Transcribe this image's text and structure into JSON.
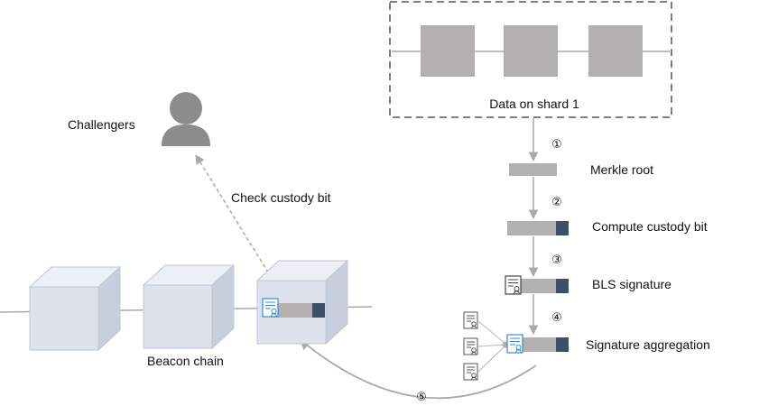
{
  "shard": {
    "label": "Data on shard 1"
  },
  "steps": [
    {
      "number": "①",
      "label": "Merkle root"
    },
    {
      "number": "②",
      "label": "Compute custody bit"
    },
    {
      "number": "③",
      "label": "BLS signature"
    },
    {
      "number": "④",
      "label": "Signature aggregation"
    },
    {
      "number": "⑤"
    }
  ],
  "challengers": {
    "label": "Challengers",
    "action": "Check custody bit"
  },
  "beacon": {
    "label": "Beacon chain"
  },
  "colors": {
    "block": "#b3b0b0",
    "dark_segment": "#3d5068",
    "cube_front": "#dde2ec",
    "cube_top": "#eceff5",
    "cube_side": "#c8cfdc",
    "line": "#a9a9a9",
    "person": "#8c8c8c",
    "doc_blue": "#3a8ad0"
  }
}
